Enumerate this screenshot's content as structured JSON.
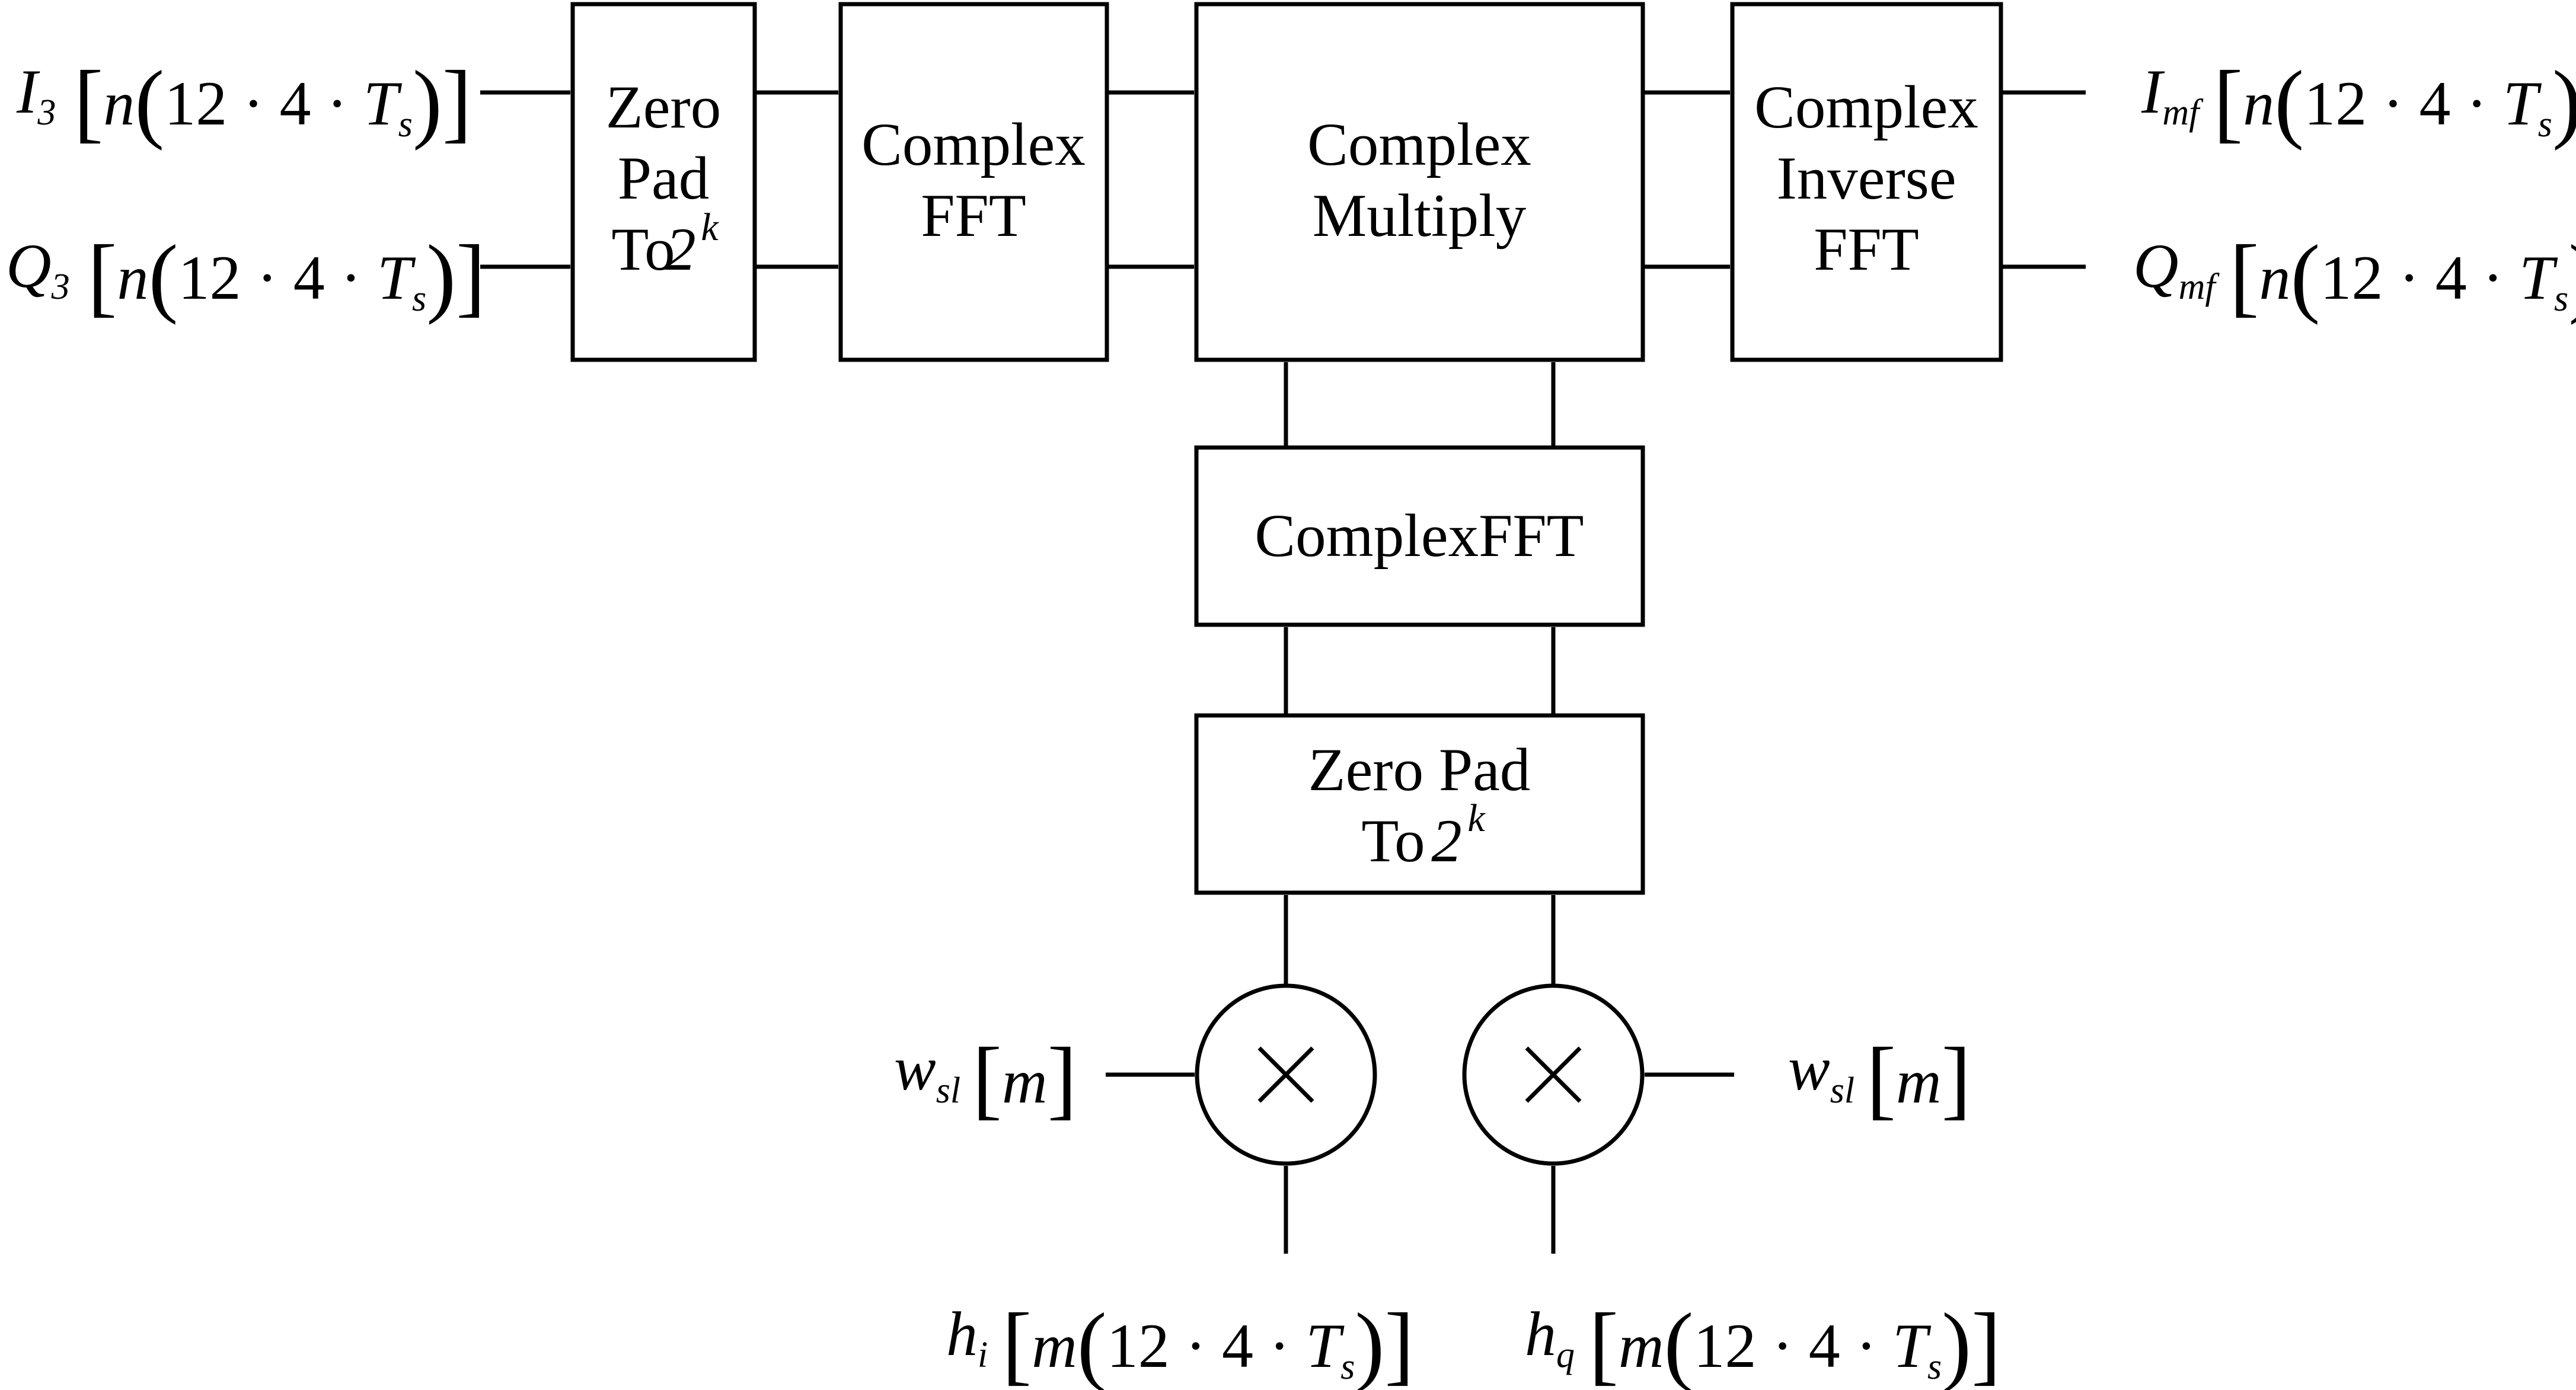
{
  "blocks": {
    "zero_pad_top": {
      "lines": [
        "Zero",
        "Pad",
        "To "
      ],
      "sup": "k",
      "base": "2"
    },
    "complex_fft_top": {
      "lines": [
        "Complex",
        "FFT"
      ]
    },
    "complex_multiply": {
      "lines": [
        "Complex",
        "Multiply"
      ]
    },
    "complex_inverse_fft": {
      "lines": [
        "Complex",
        "Inverse",
        "FFT"
      ]
    },
    "complex_fft_bottom": {
      "lines": [
        "ComplexFFT"
      ]
    },
    "zero_pad_bottom": {
      "lines": [
        "Zero Pad",
        "To "
      ],
      "sup": "k",
      "base": "2"
    }
  },
  "signals": {
    "in_i": {
      "sym": "I",
      "sub": "3",
      "arg": "n",
      "inner": "12 · 4 · ",
      "ts": "T",
      "ts_sub": "s"
    },
    "in_q": {
      "sym": "Q",
      "sub": "3",
      "arg": "n",
      "inner": "12 · 4 · ",
      "ts": "T",
      "ts_sub": "s"
    },
    "out_i": {
      "sym": "I",
      "sub": "mf",
      "arg": "n",
      "inner": "12 · 4 · ",
      "ts": "T",
      "ts_sub": "s"
    },
    "out_q": {
      "sym": "Q",
      "sub": "mf",
      "arg": "n",
      "inner": "12 · 4 · ",
      "ts": "T",
      "ts_sub": "s"
    },
    "window_left": {
      "sym": "w",
      "sub": "sl",
      "arg": "m"
    },
    "window_right": {
      "sym": "w",
      "sub": "sl",
      "arg": "m"
    },
    "h_i": {
      "sym": "h",
      "sub": "i",
      "arg": "m",
      "inner": "12 · 4 · ",
      "ts": "T",
      "ts_sub": "s"
    },
    "h_q": {
      "sym": "h",
      "sub": "q",
      "arg": "m",
      "inner": "12 · 4 · ",
      "ts": "T",
      "ts_sub": "s"
    }
  },
  "multipliers": {
    "left": "multiply",
    "right": "multiply"
  }
}
